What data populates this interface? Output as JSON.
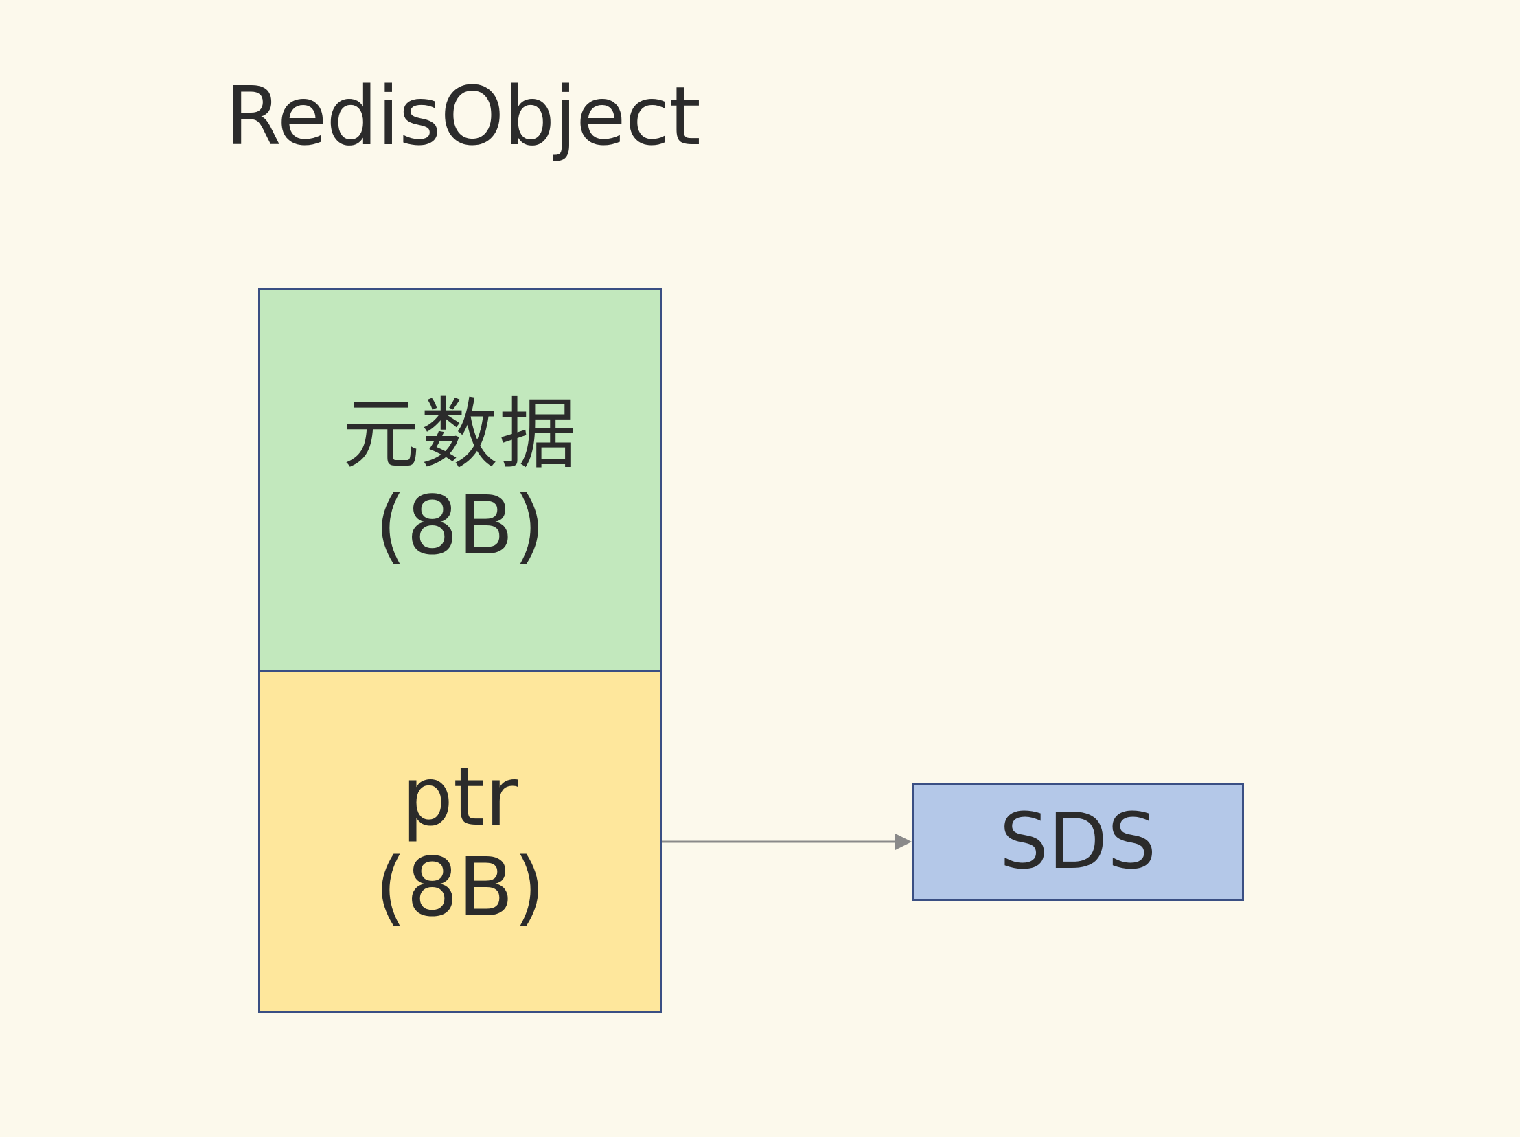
{
  "diagram": {
    "title": "RedisObject",
    "nodes": [
      {
        "id": "metadata",
        "label": "元数据",
        "size": "(8B)",
        "fill": "#c2e8bd"
      },
      {
        "id": "ptr",
        "label": "ptr",
        "size": "(8B)",
        "fill": "#fee79c"
      },
      {
        "id": "sds",
        "label": "SDS",
        "fill": "#b4c8e8"
      }
    ],
    "edges": [
      {
        "from": "ptr",
        "to": "sds"
      }
    ],
    "colors": {
      "background": "#fcf9ec",
      "border": "#3a4f83",
      "arrow": "#8a8a8a",
      "text": "#2b2b2b"
    }
  }
}
